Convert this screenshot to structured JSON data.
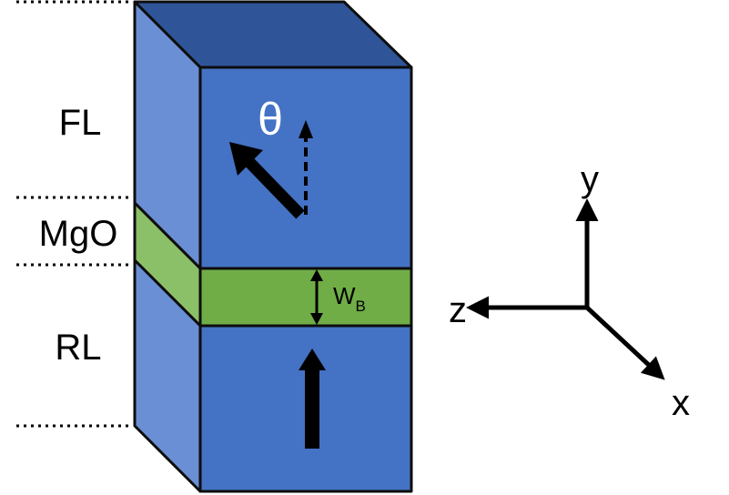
{
  "layers": {
    "free_layer": "FL",
    "barrier": "MgO",
    "reference_layer": "RL"
  },
  "annotations": {
    "angle_symbol": "θ",
    "barrier_width": "W",
    "barrier_width_subscript": "B"
  },
  "axes": {
    "x": "x",
    "y": "y",
    "z": "z"
  },
  "colors": {
    "front_face": "#4472c4",
    "side_face": "#6a8fd5",
    "top_face": "#2f5598",
    "barrier_front": "#70ad47",
    "barrier_side": "#8cc068",
    "outline": "#0d0d0d",
    "theta_text": "#ffffff",
    "arrow": "#000000"
  },
  "icons": {
    "magnetization_free": "tilted-arrow-icon",
    "magnetization_reference": "up-arrow-icon",
    "reference_direction": "dashed-arrow-icon",
    "thickness_marker": "double-headed-arrow-icon"
  }
}
